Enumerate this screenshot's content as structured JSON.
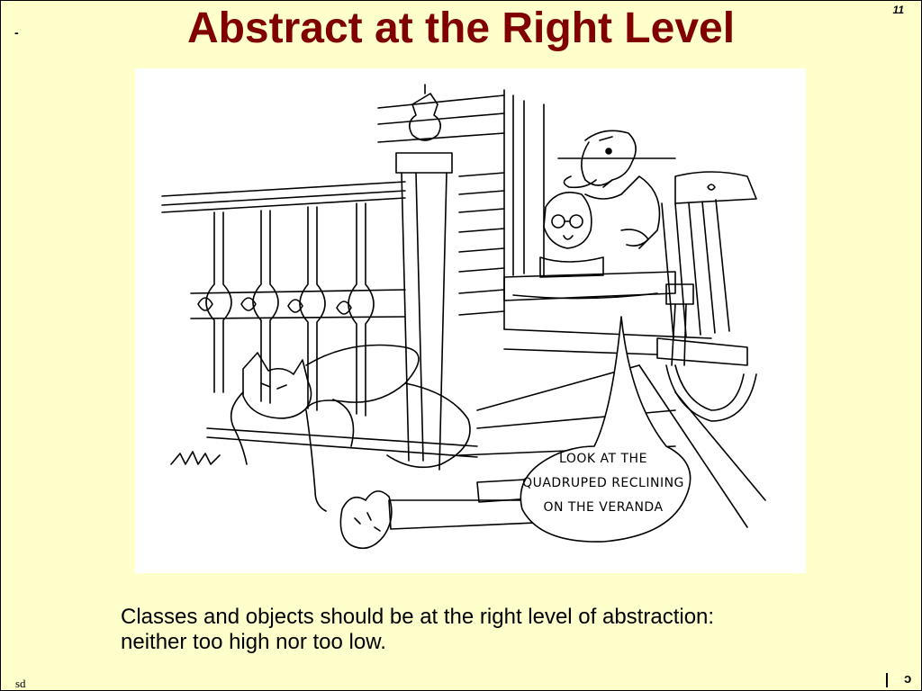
{
  "slide": {
    "title": "Abstract at the Right Level",
    "number": "11",
    "corner_mark": "-",
    "caption_line1": "Classes and objects should be at the right level of abstraction:",
    "caption_line2": "neither too high nor too low.",
    "footer_left": "sd",
    "footer_bracket": "ɔ"
  },
  "cartoon": {
    "speech_line1": "LOOK AT THE",
    "speech_line2": "QUADRUPED RECLINING",
    "speech_line3": "ON THE VERANDA"
  },
  "colors": {
    "background": "#ffffcc",
    "title": "#800000"
  }
}
